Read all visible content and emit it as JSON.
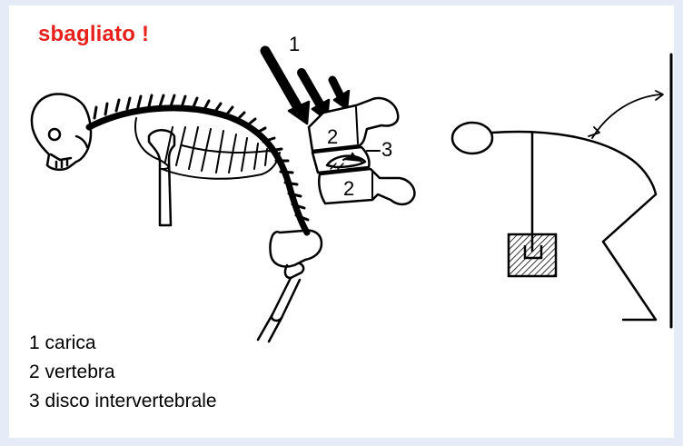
{
  "title": "sbagliato !",
  "callouts": {
    "load": "1",
    "vertebra_top": "2",
    "vertebra_bottom": "2",
    "disc": "3"
  },
  "legend": [
    "1 carica",
    "2 vertebra",
    "3 disco intervertebrale"
  ]
}
